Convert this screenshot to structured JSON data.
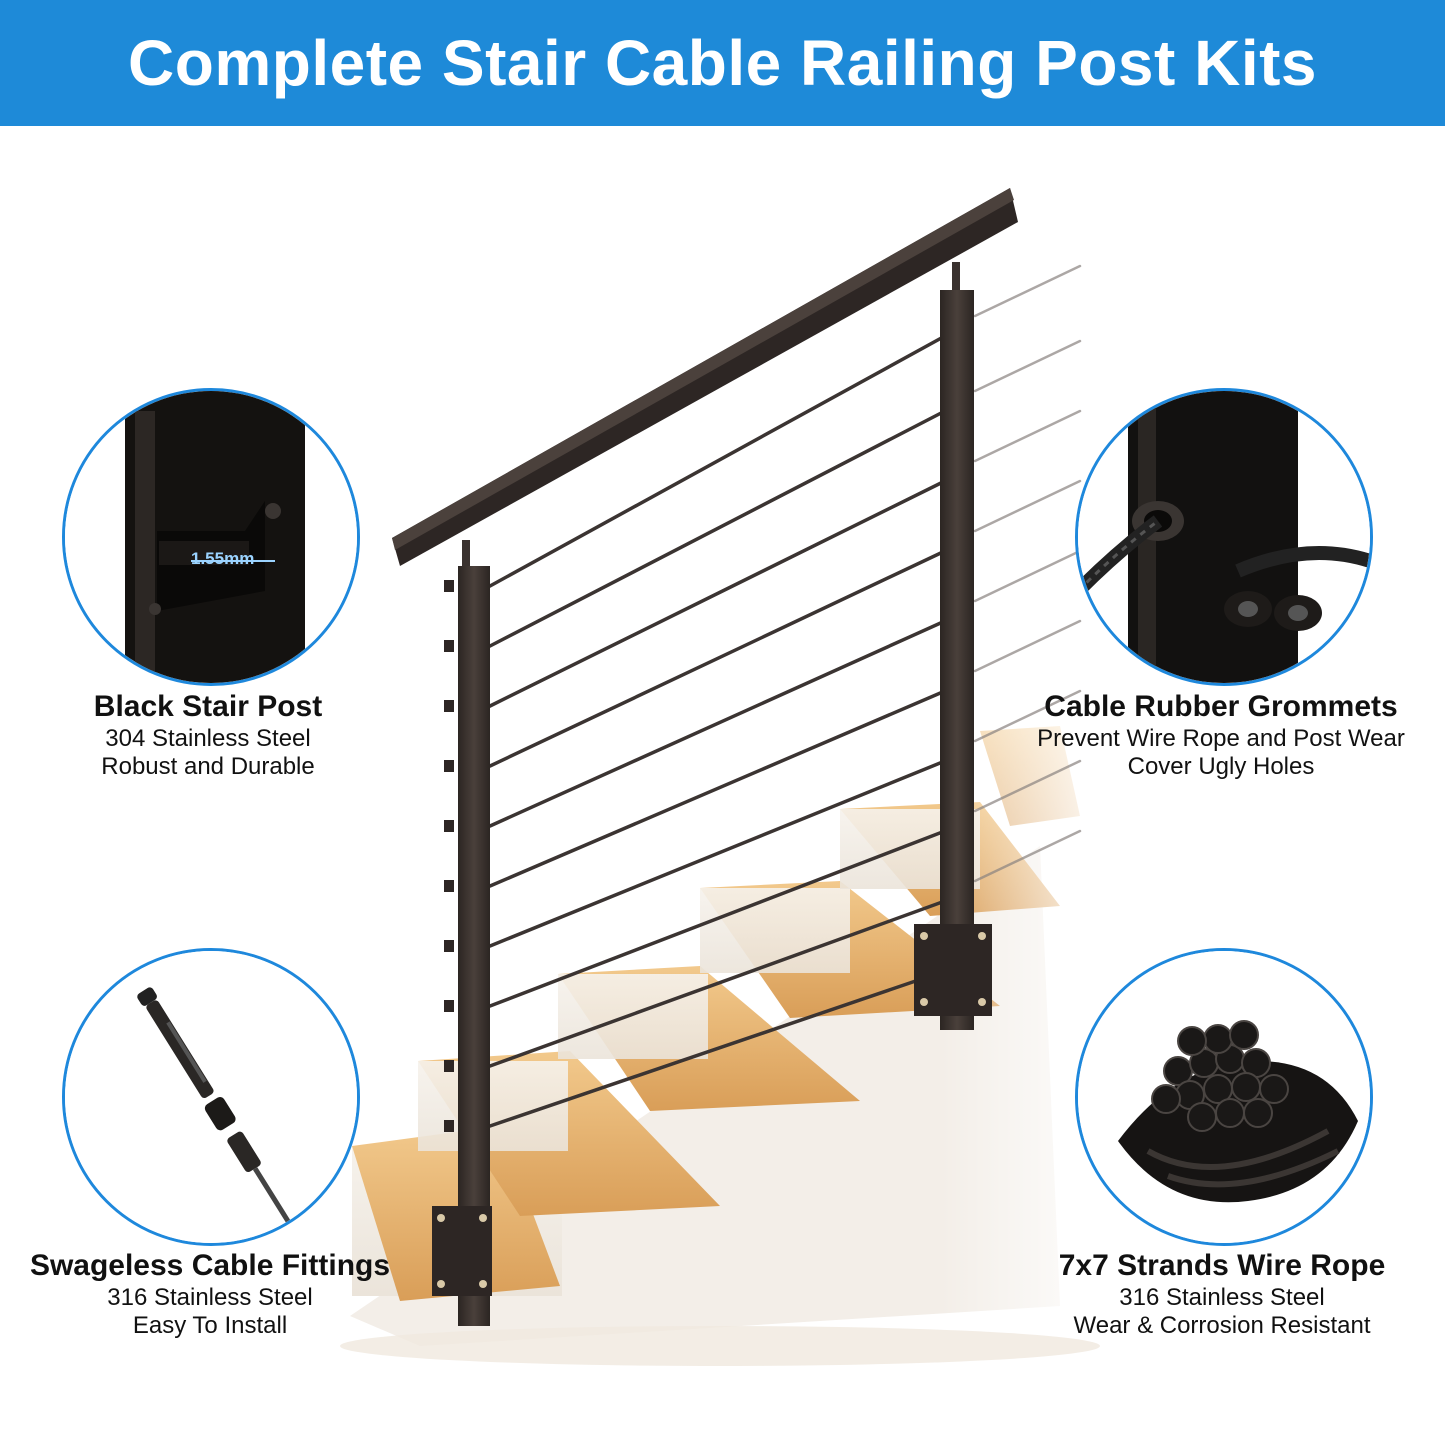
{
  "banner": {
    "title": "Complete Stair Cable Railing Post Kits",
    "background": "#1e8ad8"
  },
  "accent_color": "#1e88dc",
  "features": {
    "top_left": {
      "title": "Black Stair Post",
      "line1": "304 Stainless Steel",
      "line2": "Robust and Durable",
      "measure_label": "1.55mm"
    },
    "top_right": {
      "title": "Cable Rubber Grommets",
      "line1": "Prevent Wire Rope and Post Wear",
      "line2": "Cover Ugly Holes"
    },
    "bottom_left": {
      "title": "Swageless Cable Fittings",
      "line1": "316 Stainless Steel",
      "line2": "Easy To Install"
    },
    "bottom_right": {
      "title": "7x7 Strands Wire Rope",
      "line1": "316 Stainless Steel",
      "line2": "Wear & Corrosion Resistant"
    }
  }
}
